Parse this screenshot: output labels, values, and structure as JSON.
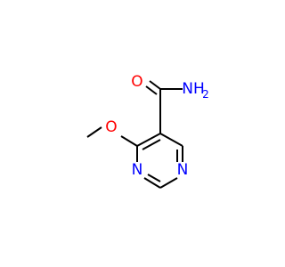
{
  "molecule": {
    "atoms": {
      "nitrogen_amide": {
        "label": "NH",
        "subscript": "2",
        "color": "#0000ff"
      },
      "oxygen_carbonyl": {
        "label": "O",
        "color": "#ff0000"
      },
      "oxygen_methoxy": {
        "label": "O",
        "color": "#ff0000"
      },
      "nitrogen_ring_left": {
        "label": "N",
        "color": "#0000ff"
      },
      "nitrogen_ring_right": {
        "label": "N",
        "color": "#0000ff"
      }
    },
    "bond_color": "#000000"
  }
}
